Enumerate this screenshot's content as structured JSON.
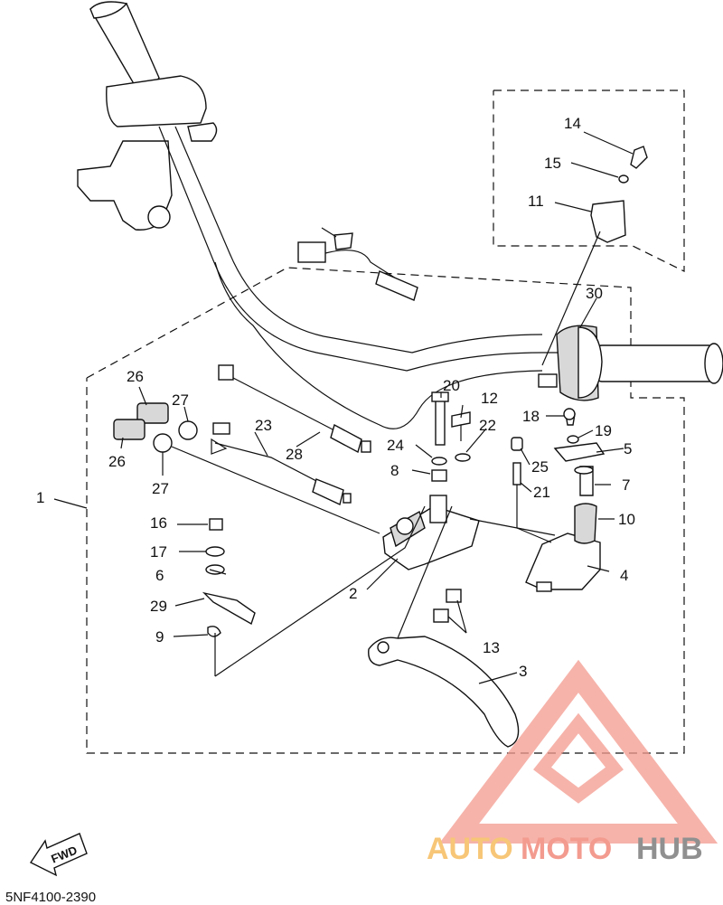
{
  "diagram": {
    "labels": {
      "l1": "1",
      "l2": "2",
      "l3": "3",
      "l4": "4",
      "l5": "5",
      "l6": "6",
      "l7": "7",
      "l8": "8",
      "l9": "9",
      "l10": "10",
      "l11": "11",
      "l12": "12",
      "l13": "13",
      "l14": "14",
      "l15": "15",
      "l16": "16",
      "l17": "17",
      "l18": "18",
      "l19": "19",
      "l20": "20",
      "l21": "21",
      "l22": "22",
      "l23": "23",
      "l24": "24",
      "l25": "25",
      "l26a": "26",
      "l26b": "26",
      "l27a": "27",
      "l27b": "27",
      "l28": "28",
      "l29": "29",
      "l30": "30"
    },
    "fwd": "FWD",
    "code": "5NF4100-2390"
  },
  "watermark": {
    "auto": "AUTO",
    "moto": "MOTO",
    "hub": "HUB",
    "colors": {
      "auto": "#f5b44a",
      "moto": "#f07a6a",
      "hub": "#6b6b6b",
      "triangle": "#f39a8e"
    }
  }
}
